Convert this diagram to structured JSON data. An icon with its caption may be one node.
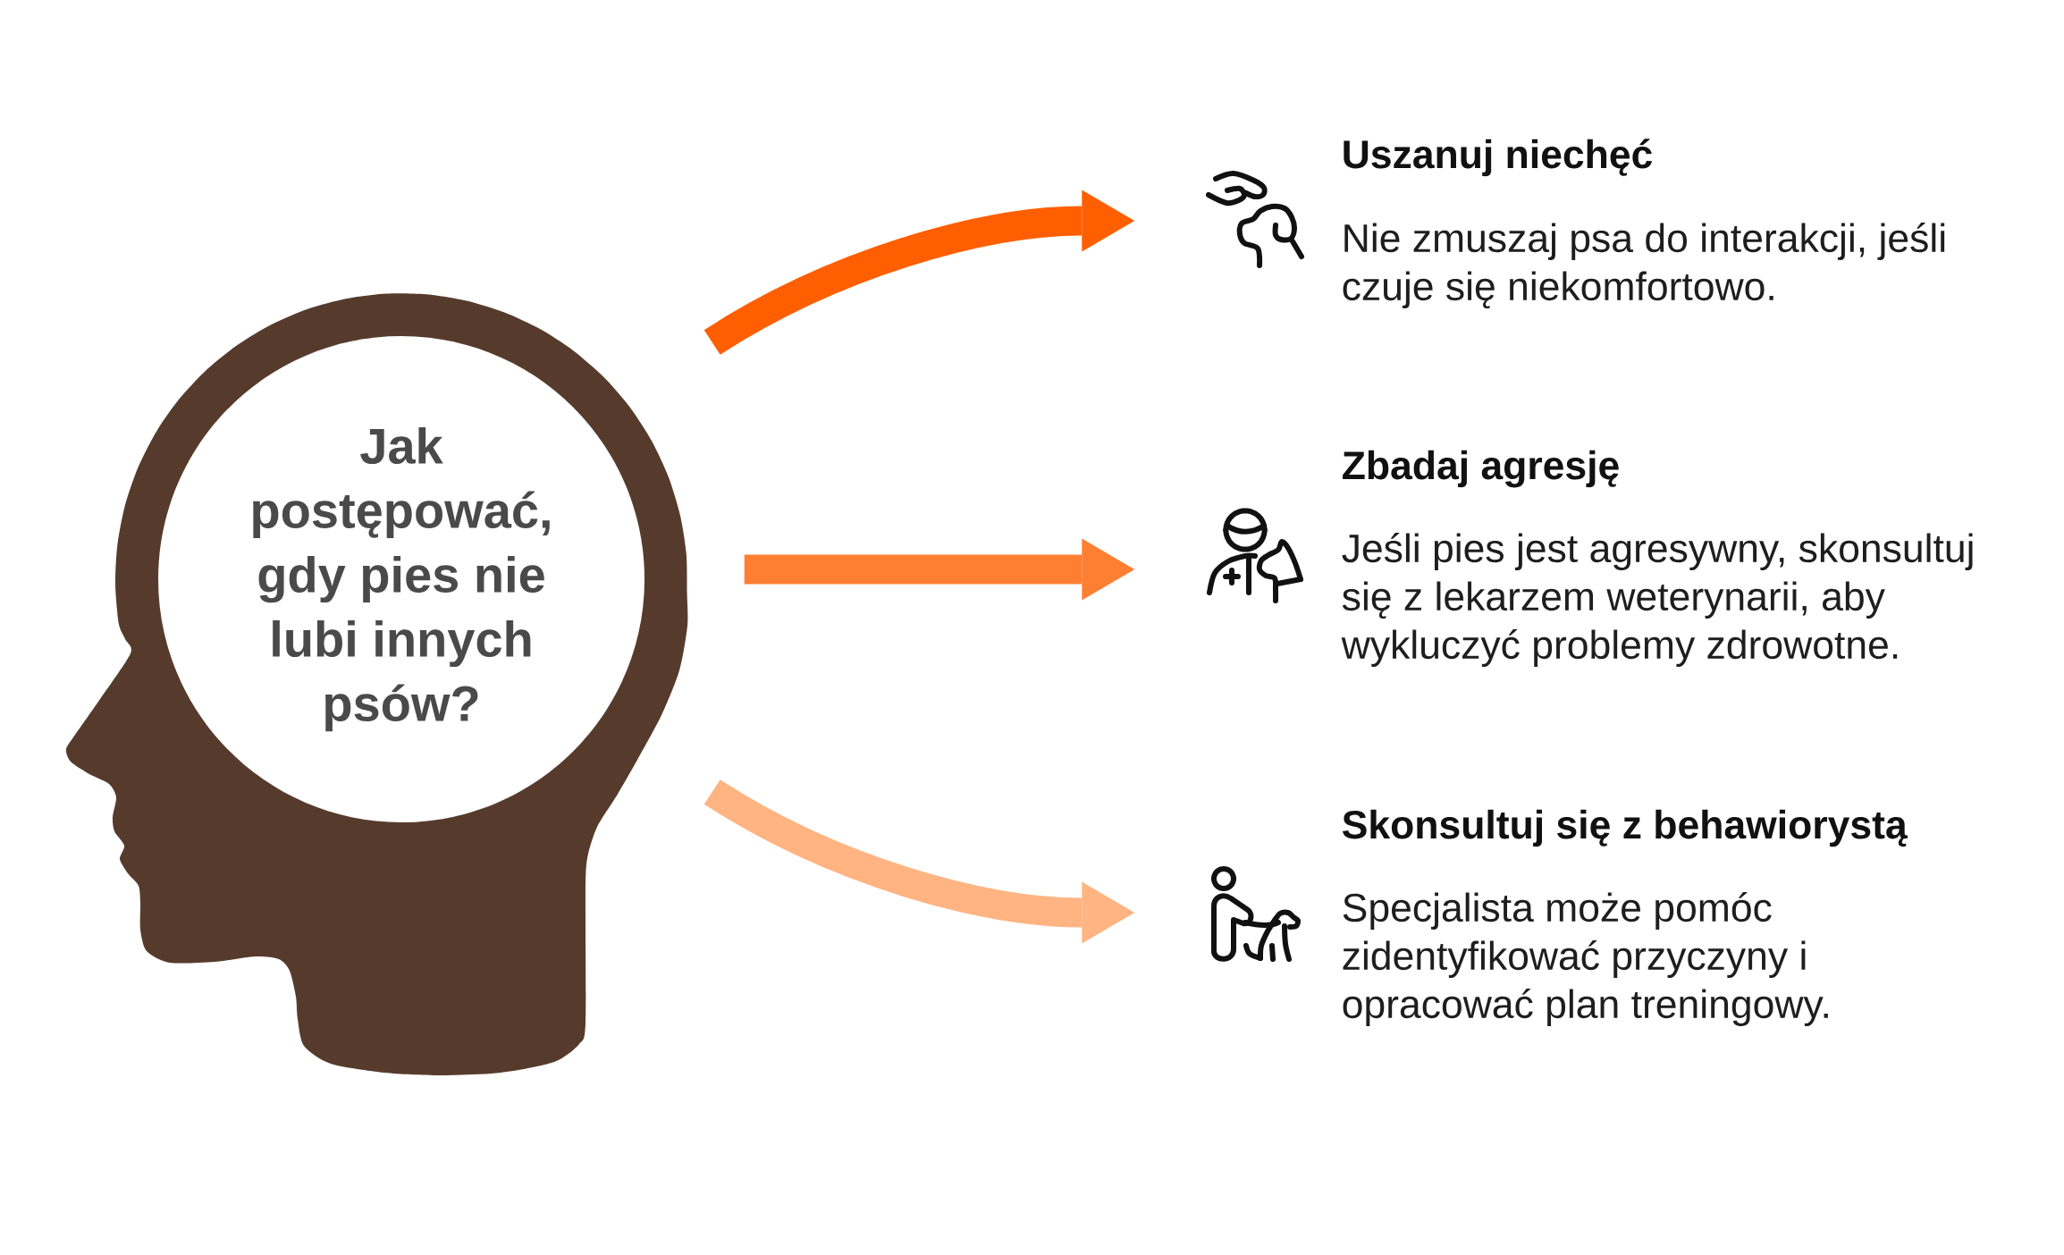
{
  "diagram": {
    "nodes": [
      {
        "text": [],
        "shape": "head"
      },
      {
        "text": [
          "Jak postępować, gdy pies nie lubi innych psów?"
        ],
        "in": 0
      },
      {
        "text": [
          "Uszanuj niechęć",
          "Nie zmuszaj psa do interakcji, jeśli czuje się niekomfortowo."
        ]
      },
      {
        "text": [
          "Zbadaj agresję",
          "Jeśli pies jest agresywny, skonsultuj się z lekarzem weterynarii, aby wykluczyć problemy zdrowotne."
        ]
      },
      {
        "text": [
          "Skonsultuj się z behawiorystą",
          "Specjalista może pomóc zidentyfikować przyczyny i opracować plan treningowy."
        ]
      }
    ],
    "edges": [
      {
        "from": 0,
        "to": 2,
        "arrow": "to",
        "color": "#ff5f00"
      },
      {
        "from": 0,
        "to": 3,
        "arrow": "to",
        "color": "#ff7f32"
      },
      {
        "from": 0,
        "to": 4,
        "arrow": "to",
        "color": "#ffb482"
      }
    ]
  }
}
